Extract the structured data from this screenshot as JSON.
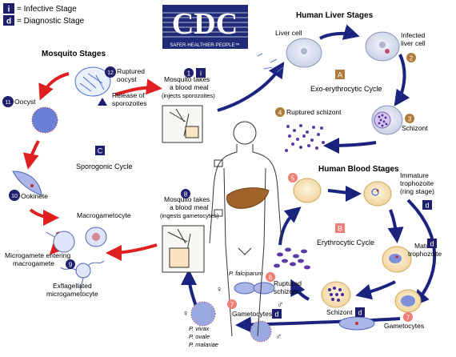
{
  "legend": {
    "infective_symbol": "i",
    "infective_label": "= Infective Stage",
    "diagnostic_symbol": "d",
    "diagnostic_label": "= Diagnostic Stage"
  },
  "logo": {
    "text": "CDC",
    "tagline": "SAFER·HEALTHIER·PEOPLE™"
  },
  "sections": {
    "mosquito": "Mosquito Stages",
    "liver": "Human Liver Stages",
    "blood": "Human Blood Stages"
  },
  "cycles": {
    "A": {
      "letter": "A",
      "name": "Exo-erythrocytic Cycle"
    },
    "B": {
      "letter": "B",
      "name": "Erythrocytic Cycle"
    },
    "C": {
      "letter": "C",
      "name": "Sporogonic Cycle"
    }
  },
  "stages": [
    {
      "num": "1",
      "label1": "Mosquito takes",
      "label2": "a blood meal",
      "label3": "(injects sporozoites)"
    },
    {
      "num": "2",
      "label1": "Infected",
      "label2": "liver cell"
    },
    {
      "num": "3",
      "label1": "Schizont"
    },
    {
      "num": "4",
      "label1": "Ruptured schizont"
    },
    {
      "num": "5"
    },
    {
      "num": "6",
      "label1": "Ruptured",
      "label2": "schizont"
    },
    {
      "num": "7",
      "label1": "Gametocytes"
    },
    {
      "num": "8",
      "label1": "Mosquito takes",
      "label2": "a blood meal",
      "label3": "(ingests gametocytes)"
    },
    {
      "num": "9",
      "label1": "Microgamete entering",
      "label2": "macrogamete"
    },
    {
      "num": "10",
      "label1": "Ookinete"
    },
    {
      "num": "11",
      "label1": "Oocyst"
    },
    {
      "num": "12",
      "label1": "Ruptured",
      "label2": "oocyst",
      "label3": "Release of",
      "label4": "sporozoites"
    }
  ],
  "labels": {
    "liver_cell": "Liver cell",
    "immature1": "Immature",
    "immature2": "trophozoite",
    "immature3": "(ring stage)",
    "mature1": "Mature",
    "mature2": "trophozoite",
    "schizont_blood": "Schizont",
    "gametocytes_blood": "Gametocytes",
    "macrogametocyte": "Macrogametocyte",
    "exflag1": "Exflagellated",
    "exflag2": "microgametocyte",
    "p_falciparum": "P. falciparum",
    "p_vivax": "P. vivax",
    "p_ovale": "P. ovale",
    "p_malariae": "P. malariae",
    "gametocytes_bottom": "Gametocytes",
    "female": "♀",
    "male": "♂"
  },
  "colors": {
    "blue_arrow": "#1a237e",
    "red_arrow": "#e02020",
    "brown_badge": "#b07a3a",
    "pink_badge": "#ef7f73",
    "navy_badge": "#1f1f6e"
  }
}
